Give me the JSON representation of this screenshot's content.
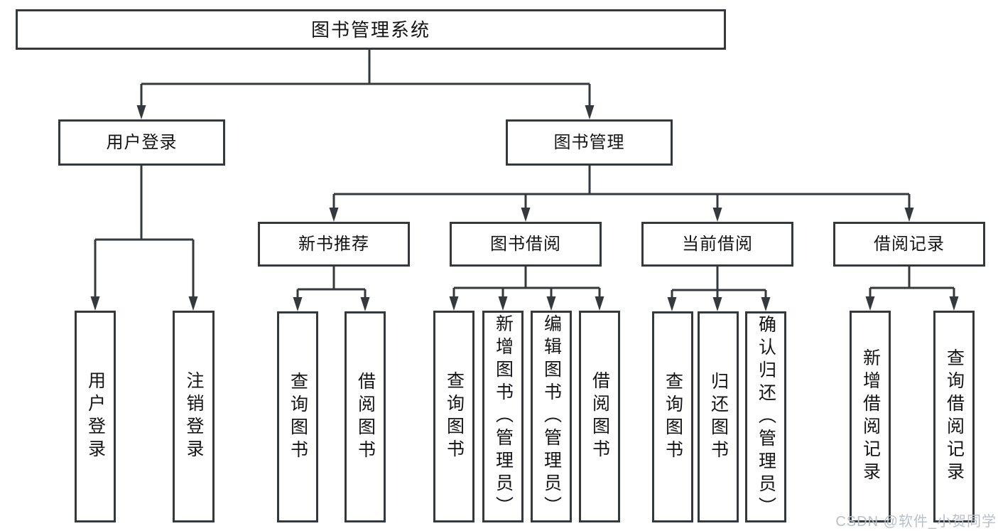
{
  "colors": {
    "line": "#35383d",
    "text": "#141414",
    "background": "#ffffff",
    "watermark": "#b9c0ca"
  },
  "tree": {
    "root": {
      "label": "图书管理系统"
    },
    "branches": [
      {
        "label": "用户登录",
        "leaves": [
          {
            "label": "用户登录"
          },
          {
            "label": "注销登录"
          }
        ]
      },
      {
        "label": "图书管理",
        "groups": [
          {
            "label": "新书推荐",
            "leaves": [
              {
                "label": "查询图书"
              },
              {
                "label": "借阅图书"
              }
            ]
          },
          {
            "label": "图书借阅",
            "leaves": [
              {
                "label": "查询图书"
              },
              {
                "label": "新增图书（管理员）"
              },
              {
                "label": "编辑图书（管理员）"
              },
              {
                "label": "借阅图书"
              }
            ]
          },
          {
            "label": "当前借阅",
            "leaves": [
              {
                "label": "查询图书"
              },
              {
                "label": "归还图书"
              },
              {
                "label": "确认归还（管理员）"
              }
            ]
          },
          {
            "label": "借阅记录",
            "leaves": [
              {
                "label": "新增借阅记录"
              },
              {
                "label": "查询借阅记录"
              }
            ]
          }
        ]
      }
    ]
  },
  "watermark": {
    "text": "CSDN @软件_小贺同学"
  }
}
